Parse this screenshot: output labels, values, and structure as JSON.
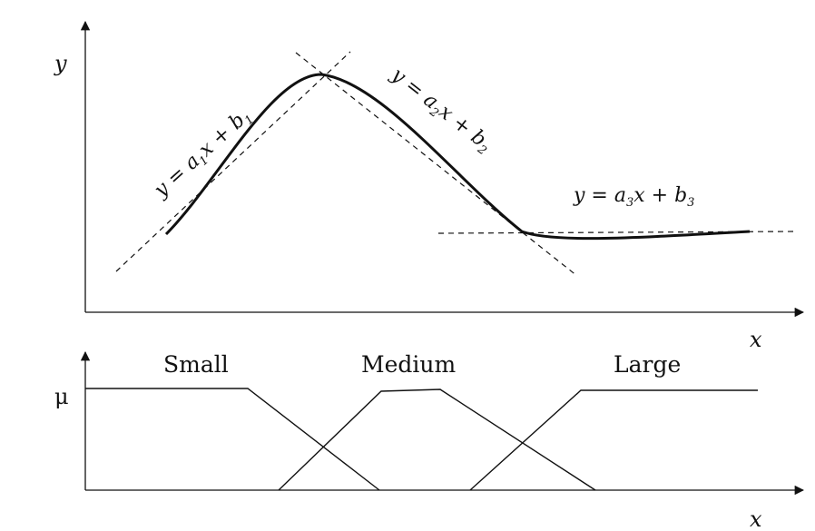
{
  "top_plot": {
    "y_axis_label": "y",
    "x_axis_label": "x",
    "equations": [
      {
        "lhs": "y = a",
        "a_sub": "1",
        "mid": "x + b",
        "b_sub": "1"
      },
      {
        "lhs": "y = a",
        "a_sub": "2",
        "mid": "x + b",
        "b_sub": "2"
      },
      {
        "lhs": "y = a",
        "a_sub": "3",
        "mid": "x + b",
        "b_sub": "3"
      }
    ]
  },
  "bottom_plot": {
    "y_axis_label": "μ",
    "x_axis_label": "x",
    "sets": [
      {
        "label": "Small"
      },
      {
        "label": "Medium"
      },
      {
        "label": "Large"
      }
    ]
  },
  "colors": {
    "ink": "#111111",
    "background": "#ffffff"
  }
}
